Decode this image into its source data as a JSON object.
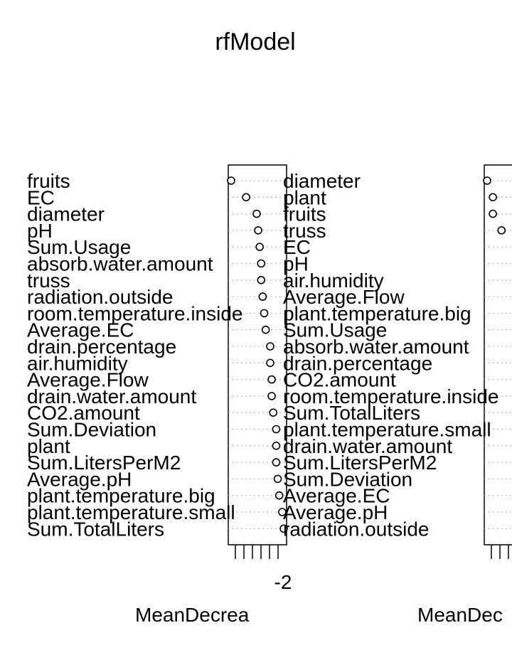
{
  "chart_data": {
    "type": "scatter",
    "title": "rfModel",
    "panels": [
      {
        "xlabel": "MeanDecrea",
        "tick_label": "-2",
        "categories": [
          "fruits",
          "EC",
          "diameter",
          "pH",
          "Sum.Usage",
          "absorb.water.amount",
          "truss",
          "radiation.outside",
          "room.temperature.inside",
          "Average.EC",
          "drain.percentage",
          "air.humidity",
          "Average.Flow",
          "drain.water.amount",
          "CO2.amount",
          "Sum.Deviation",
          "plant",
          "Sum.LitersPerM2",
          "Average.pH",
          "plant.temperature.big",
          "plant.temperature.small",
          "Sum.TotalLiters"
        ],
        "values": [
          -4.0,
          -3.0,
          -2.3,
          -2.2,
          -2.1,
          -2.0,
          -2.0,
          -1.9,
          -1.8,
          -1.7,
          -1.4,
          -1.4,
          -1.3,
          -1.3,
          -1.2,
          -1.0,
          -1.0,
          -1.0,
          -0.9,
          -0.8,
          -0.6,
          -0.5
        ]
      },
      {
        "xlabel": "MeanDec",
        "tick_label": "",
        "categories": [
          "diameter",
          "plant",
          "fruits",
          "truss",
          "EC",
          "pH",
          "air.humidity",
          "Average.Flow",
          "plant.temperature.big",
          "Sum.Usage",
          "absorb.water.amount",
          "drain.percentage",
          "CO2.amount",
          "room.temperature.inside",
          "Sum.TotalLiters",
          "plant.temperature.small",
          "drain.water.amount",
          "Sum.LitersPerM2",
          "Sum.Deviation",
          "Average.EC",
          "Average.pH",
          "radiation.outside"
        ],
        "values": [
          -4.0,
          -3.6,
          -3.6,
          -3.0,
          null,
          null,
          null,
          null,
          null,
          null,
          null,
          null,
          null,
          null,
          null,
          null,
          null,
          null,
          null,
          null,
          null,
          null
        ]
      }
    ]
  }
}
